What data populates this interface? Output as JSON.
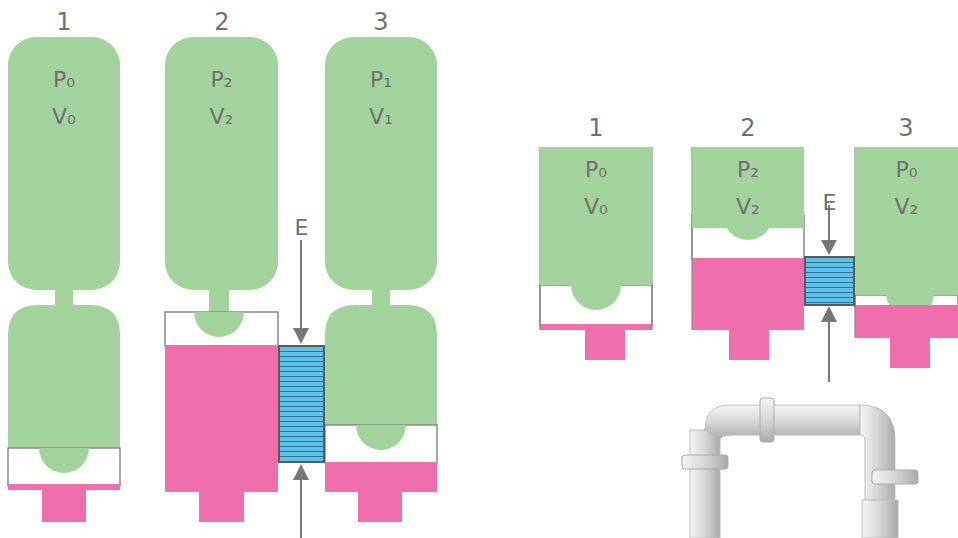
{
  "diagram": {
    "nodes": [
      {
        "text": [
          "P₀",
          "V₀"
        ]
      },
      {
        "text": [
          "P₂",
          "V₂"
        ]
      },
      {
        "text": [
          "E"
        ]
      },
      {
        "text": [
          "P₁",
          "V₁"
        ]
      },
      {
        "text": [
          "P₀",
          "V₀"
        ]
      },
      {
        "text": [
          "P₂",
          "V₂"
        ]
      },
      {
        "text": [
          "E"
        ]
      },
      {
        "text": [
          "P₀",
          "V₂"
        ]
      }
    ],
    "edges": [],
    "labels": [
      "1",
      "2",
      "3",
      "1",
      "2",
      "3"
    ]
  }
}
